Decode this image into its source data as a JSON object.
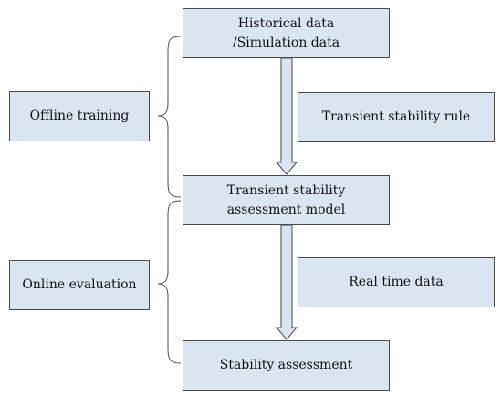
{
  "nodes": {
    "historical_data": "Historical data\n/Simulation data",
    "transient_stability_rule": "Transient stability rule",
    "assessment_model": "Transient stability\nassessment model",
    "real_time_data": "Real time data",
    "stability_assessment": "Stability assessment"
  },
  "phases": {
    "offline_training": "Offline training",
    "online_evaluation": "Online evaluation"
  },
  "colors": {
    "box_fill": "#dbe5f1",
    "box_border": "#4a4a4a",
    "arrow_fill": "#dbe5f1",
    "arrow_stroke": "#4a4a4a",
    "brace_stroke": "#505050"
  }
}
